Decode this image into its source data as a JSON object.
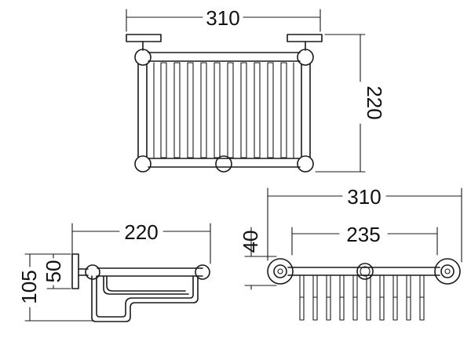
{
  "top_view": {
    "width_label": "310",
    "depth_label": "220"
  },
  "side_view": {
    "depth_label": "220",
    "height_total_label": "105",
    "height_bar_label": "50"
  },
  "front_view": {
    "width_label": "310",
    "inner_width_label": "235",
    "height_label": "40"
  }
}
